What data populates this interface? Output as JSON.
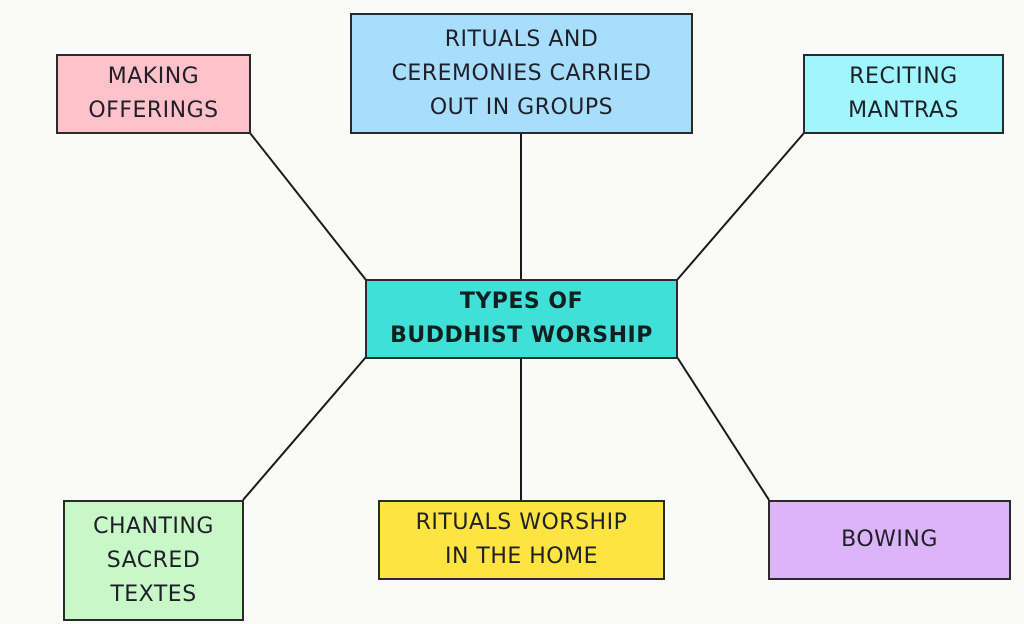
{
  "diagram": {
    "type": "mind-map",
    "center": {
      "lines": [
        "TYPES OF",
        "BUDDHIST WORSHIP"
      ],
      "color": "#40e0d8"
    },
    "nodes": [
      {
        "id": "making-offerings",
        "lines": [
          "MAKING",
          "OFFERINGS"
        ],
        "color": "#ffc2cb"
      },
      {
        "id": "rituals-groups",
        "lines": [
          "RITUALS AND",
          "CEREMONIES CARRIED",
          "OUT IN GROUPS"
        ],
        "color": "#a8defd"
      },
      {
        "id": "reciting-mantras",
        "lines": [
          "RECITING",
          "MANTRAS"
        ],
        "color": "#a0f6fc"
      },
      {
        "id": "chanting-texts",
        "lines": [
          "CHANTING",
          "SACRED",
          "TEXTES"
        ],
        "color": "#c8f7c8"
      },
      {
        "id": "rituals-home",
        "lines": [
          "RITUALS WORSHIP",
          "IN THE HOME"
        ],
        "color": "#fde441"
      },
      {
        "id": "bowing",
        "lines": [
          "BOWING"
        ],
        "color": "#dcb4fa"
      }
    ],
    "edges": [
      [
        "center",
        "making-offerings"
      ],
      [
        "center",
        "rituals-groups"
      ],
      [
        "center",
        "reciting-mantras"
      ],
      [
        "center",
        "chanting-texts"
      ],
      [
        "center",
        "rituals-home"
      ],
      [
        "center",
        "bowing"
      ]
    ]
  }
}
